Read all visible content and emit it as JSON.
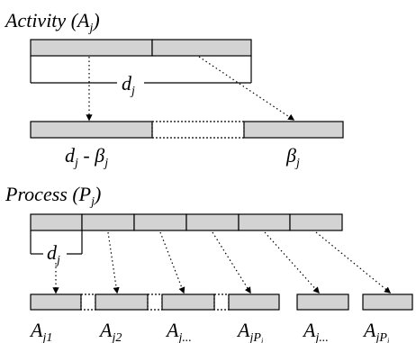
{
  "activity": {
    "title": "Activity",
    "paren_open": "(",
    "symbol": "A",
    "subscript": "j",
    "paren_close": ")",
    "duration_symbol": "d",
    "duration_sub": "j",
    "left_part_d": "d",
    "left_part_d_sub": "j",
    "left_part_minus": " - ",
    "left_part_beta": "β",
    "left_part_beta_sub": "j",
    "right_part_beta": "β",
    "right_part_beta_sub": "j"
  },
  "process": {
    "title": "Process",
    "paren_open": "(",
    "symbol": "P",
    "subscript": "j",
    "paren_close": ")",
    "duration_symbol": "d",
    "duration_sub": "j",
    "subactivities": [
      {
        "symbol": "A",
        "sub": "j1"
      },
      {
        "symbol": "A",
        "sub": "j2"
      },
      {
        "symbol": "A",
        "sub": "j..."
      },
      {
        "symbol": "A",
        "sub": "jP",
        "subsub": "i"
      },
      {
        "symbol": "A",
        "sub": "j..."
      },
      {
        "symbol": "A",
        "sub": "jP",
        "subsub": "i"
      }
    ]
  }
}
